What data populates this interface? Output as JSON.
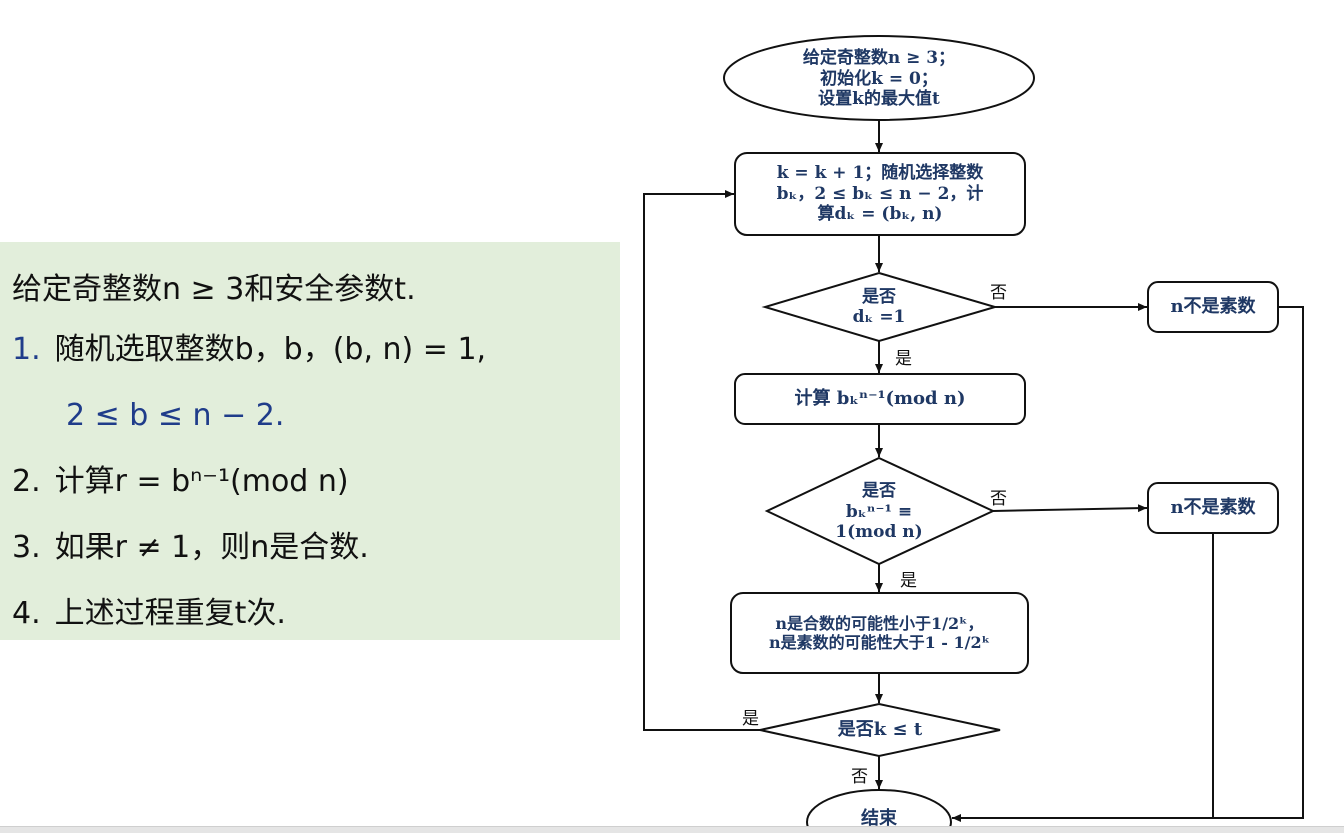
{
  "left_panel": {
    "lines": [
      {
        "text": "给定奇整数n ≥ 3和安全参数t."
      },
      {
        "num": "1.",
        "text": "随机选取整数b，b，(b, n) = 1,"
      },
      {
        "text": "2 ≤ b ≤ n − 2."
      },
      {
        "num": "2.",
        "text": "计算r = bⁿ⁻¹(mod n)"
      },
      {
        "num": "3.",
        "text": "如果r ≠ 1，则n是合数."
      },
      {
        "num": "4.",
        "text": "上述过程重复t次."
      }
    ]
  },
  "flowchart": {
    "start": [
      "给定奇整数n ≥ 3；",
      "初始化k = 0；",
      "设置k的最大值t"
    ],
    "step1": [
      "k = k + 1；随机选择整数",
      "bₖ，2 ≤ bₖ ≤ n − 2，计",
      "算dₖ = (bₖ, n)"
    ],
    "decision1": [
      "是否",
      "dₖ =1"
    ],
    "not_prime_1": "n不是素数",
    "step2": "计算 bₖⁿ⁻¹(mod n)",
    "decision2": [
      "是否",
      "bₖⁿ⁻¹ ≡",
      "1(mod n)"
    ],
    "not_prime_2": "n不是素数",
    "result": [
      "n是合数的可能性小于1/2ᵏ，",
      "n是素数的可能性大于1 - 1/2ᵏ"
    ],
    "decision3": "是否k ≤ t",
    "end": "结束",
    "labels": {
      "no_1": "否",
      "yes_1": "是",
      "no_2": "否",
      "yes_2": "是",
      "yes_3": "是",
      "no_3": "否"
    }
  }
}
